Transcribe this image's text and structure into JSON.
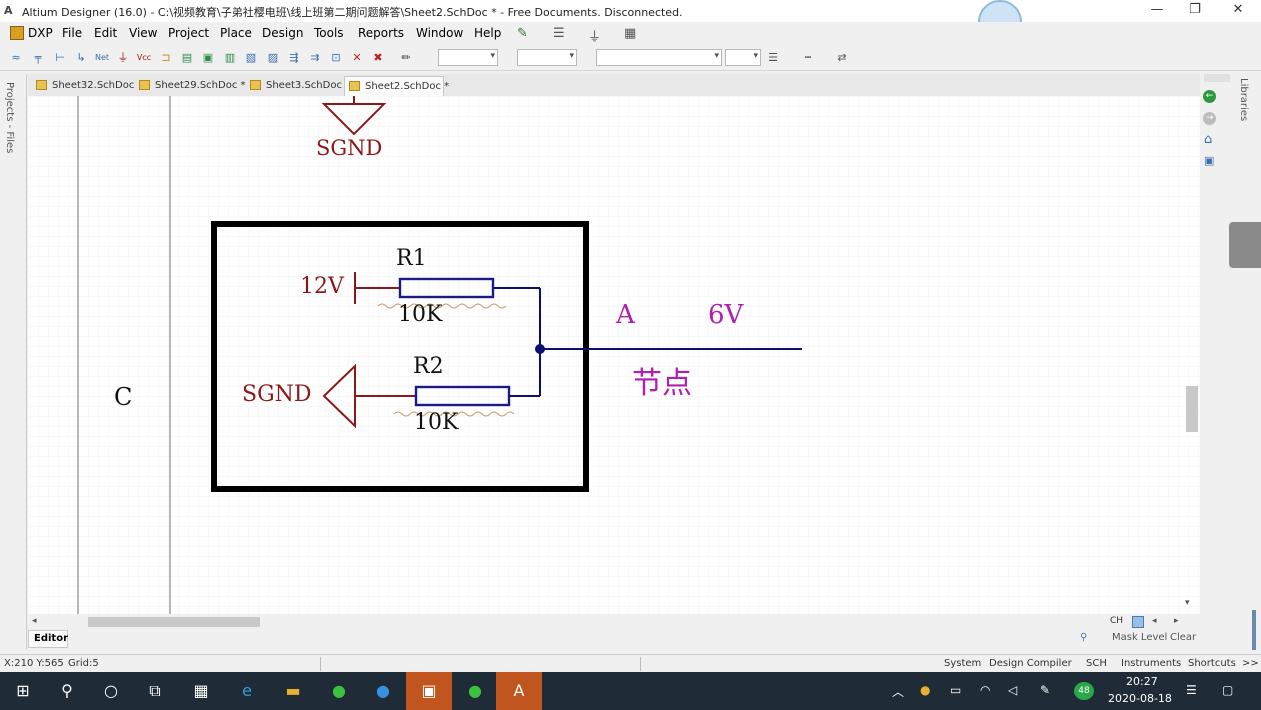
{
  "window": {
    "title": "Altium Designer (16.0) - C:\\视频教育\\子弟社樱电班\\线上班第二期问题解答\\Sheet2.SchDoc * - Free Documents. Disconnected.",
    "minimize": "—",
    "maximize": "❐",
    "close": "✕"
  },
  "menu": [
    "DXP",
    "File",
    "Edit",
    "View",
    "Project",
    "Place",
    "Design",
    "Tools",
    "Reports",
    "Window",
    "Help"
  ],
  "tabs": [
    {
      "label": "Sheet32.SchDoc",
      "active": false
    },
    {
      "label": "Sheet29.SchDoc *",
      "active": false
    },
    {
      "label": "Sheet3.SchDoc",
      "active": false
    },
    {
      "label": "Sheet2.SchDoc *",
      "active": true
    }
  ],
  "side_panels": {
    "left": "Projects - Files",
    "right": "Libraries"
  },
  "schematic": {
    "zone_label": "C",
    "top_power_port": "SGND",
    "r1": {
      "designator": "R1",
      "value": "10K"
    },
    "r2": {
      "designator": "R2",
      "value": "10K"
    },
    "power_12v": "12V",
    "gnd_port": "SGND",
    "net_label_a": "A",
    "net_label_voltage": "6V",
    "net_label_node": "节点",
    "colors": {
      "component_red": "#8a1a1a",
      "resistor_blue": "#1a1a8a",
      "wire_navy": "#0a1070",
      "annotation_purple": "#b020b0",
      "frame": "#000000"
    }
  },
  "editor_tab": "Editor",
  "mask": {
    "ch": "CH",
    "mask_level": "Mask Level",
    "clear": "Clear"
  },
  "status": {
    "coords": "X:210 Y:565",
    "grid": "Grid:5",
    "buttons": [
      "System",
      "Design Compiler",
      "SCH",
      "Instruments",
      "Shortcuts"
    ],
    "more": ">>"
  },
  "taskbar": {
    "time": "20:27",
    "date": "2020-08-18",
    "badge": "48"
  }
}
